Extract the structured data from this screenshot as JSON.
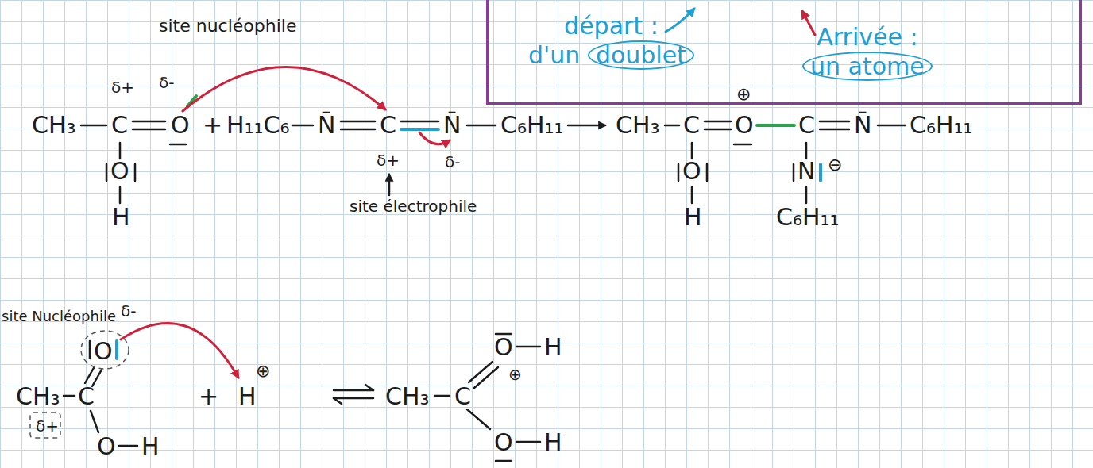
{
  "diagram": {
    "nodes": [
      {
        "text": [
          "départ : d'un doublet",
          "Arrivée : un atome"
        ]
      }
    ],
    "labels": [
      "site nucléophile",
      "δ+",
      "δ-",
      "CH₃",
      "C",
      "O",
      "O",
      "H",
      "+",
      "H₁₁C₆",
      "N̄",
      "C",
      "N̄",
      "C₆H₁₁",
      "δ+",
      "δ-",
      "site électrophile",
      "CH₃",
      "C",
      "O",
      "⊕",
      "C",
      "N̄",
      "C₆H₁₁",
      "O",
      "H",
      "N",
      "⊖",
      "C₆H₁₁",
      "site Nucléophile",
      "δ-",
      "O",
      "CH₃",
      "C",
      "δ+",
      "O",
      "H",
      "+",
      "H",
      "⊕",
      "CH₃",
      "C",
      "O",
      "H",
      "⊕",
      "O",
      "H"
    ]
  }
}
